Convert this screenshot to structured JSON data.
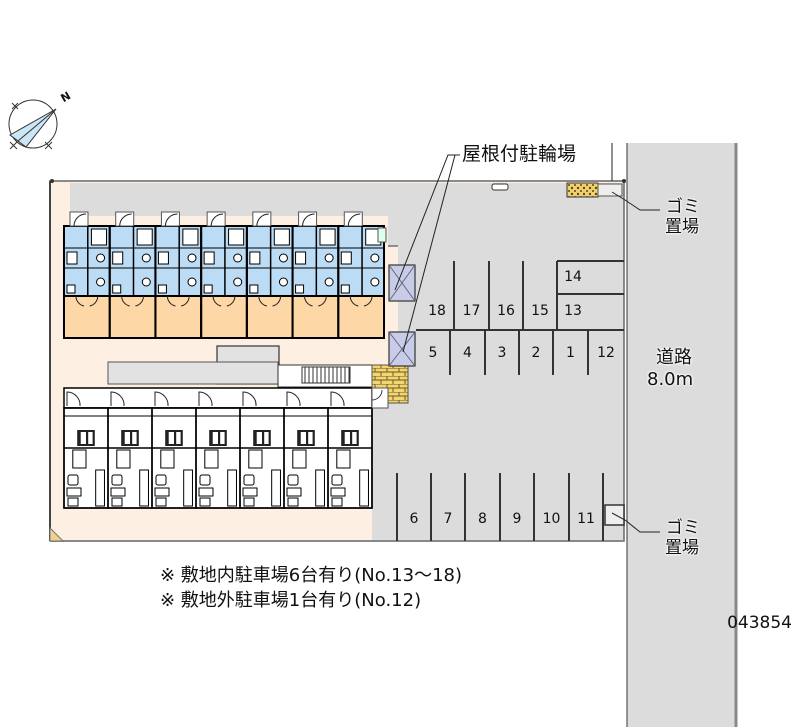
{
  "map": {
    "compass": {
      "icon": "north-arrow-icon",
      "label": "N"
    },
    "labels": {
      "bicycle_parking": "屋根付駐輪場",
      "garbage_top_line1": "ゴミ",
      "garbage_top_line2": "置場",
      "garbage_bottom_line1": "ゴミ",
      "garbage_bottom_line2": "置場",
      "road_line1": "道路",
      "road_line2": "8.0m"
    },
    "parking": {
      "top_row": [
        "18",
        "17",
        "16",
        "15",
        "13"
      ],
      "top_extra": "14",
      "middle_row": [
        "5",
        "4",
        "3",
        "2",
        "1",
        "12"
      ],
      "bottom_row": [
        "6",
        "7",
        "8",
        "9",
        "10",
        "11"
      ]
    },
    "buildings": {
      "upper_units": 7,
      "lower_units": 7
    },
    "notes": [
      "※ 敷地内駐車場6台有り(No.13～18)",
      "※ 敷地外駐車場1台有り(No.12)"
    ],
    "property_code": "043854",
    "colors": {
      "site": "#fdf0e2",
      "parking_lot": "#dcdcdc",
      "road": "#dcdcdc",
      "unit_wet": "#bcdcf6",
      "unit_room": "#fdd8a6",
      "bike_shelter": "#c8cce8",
      "brick": "#f0d070"
    }
  }
}
